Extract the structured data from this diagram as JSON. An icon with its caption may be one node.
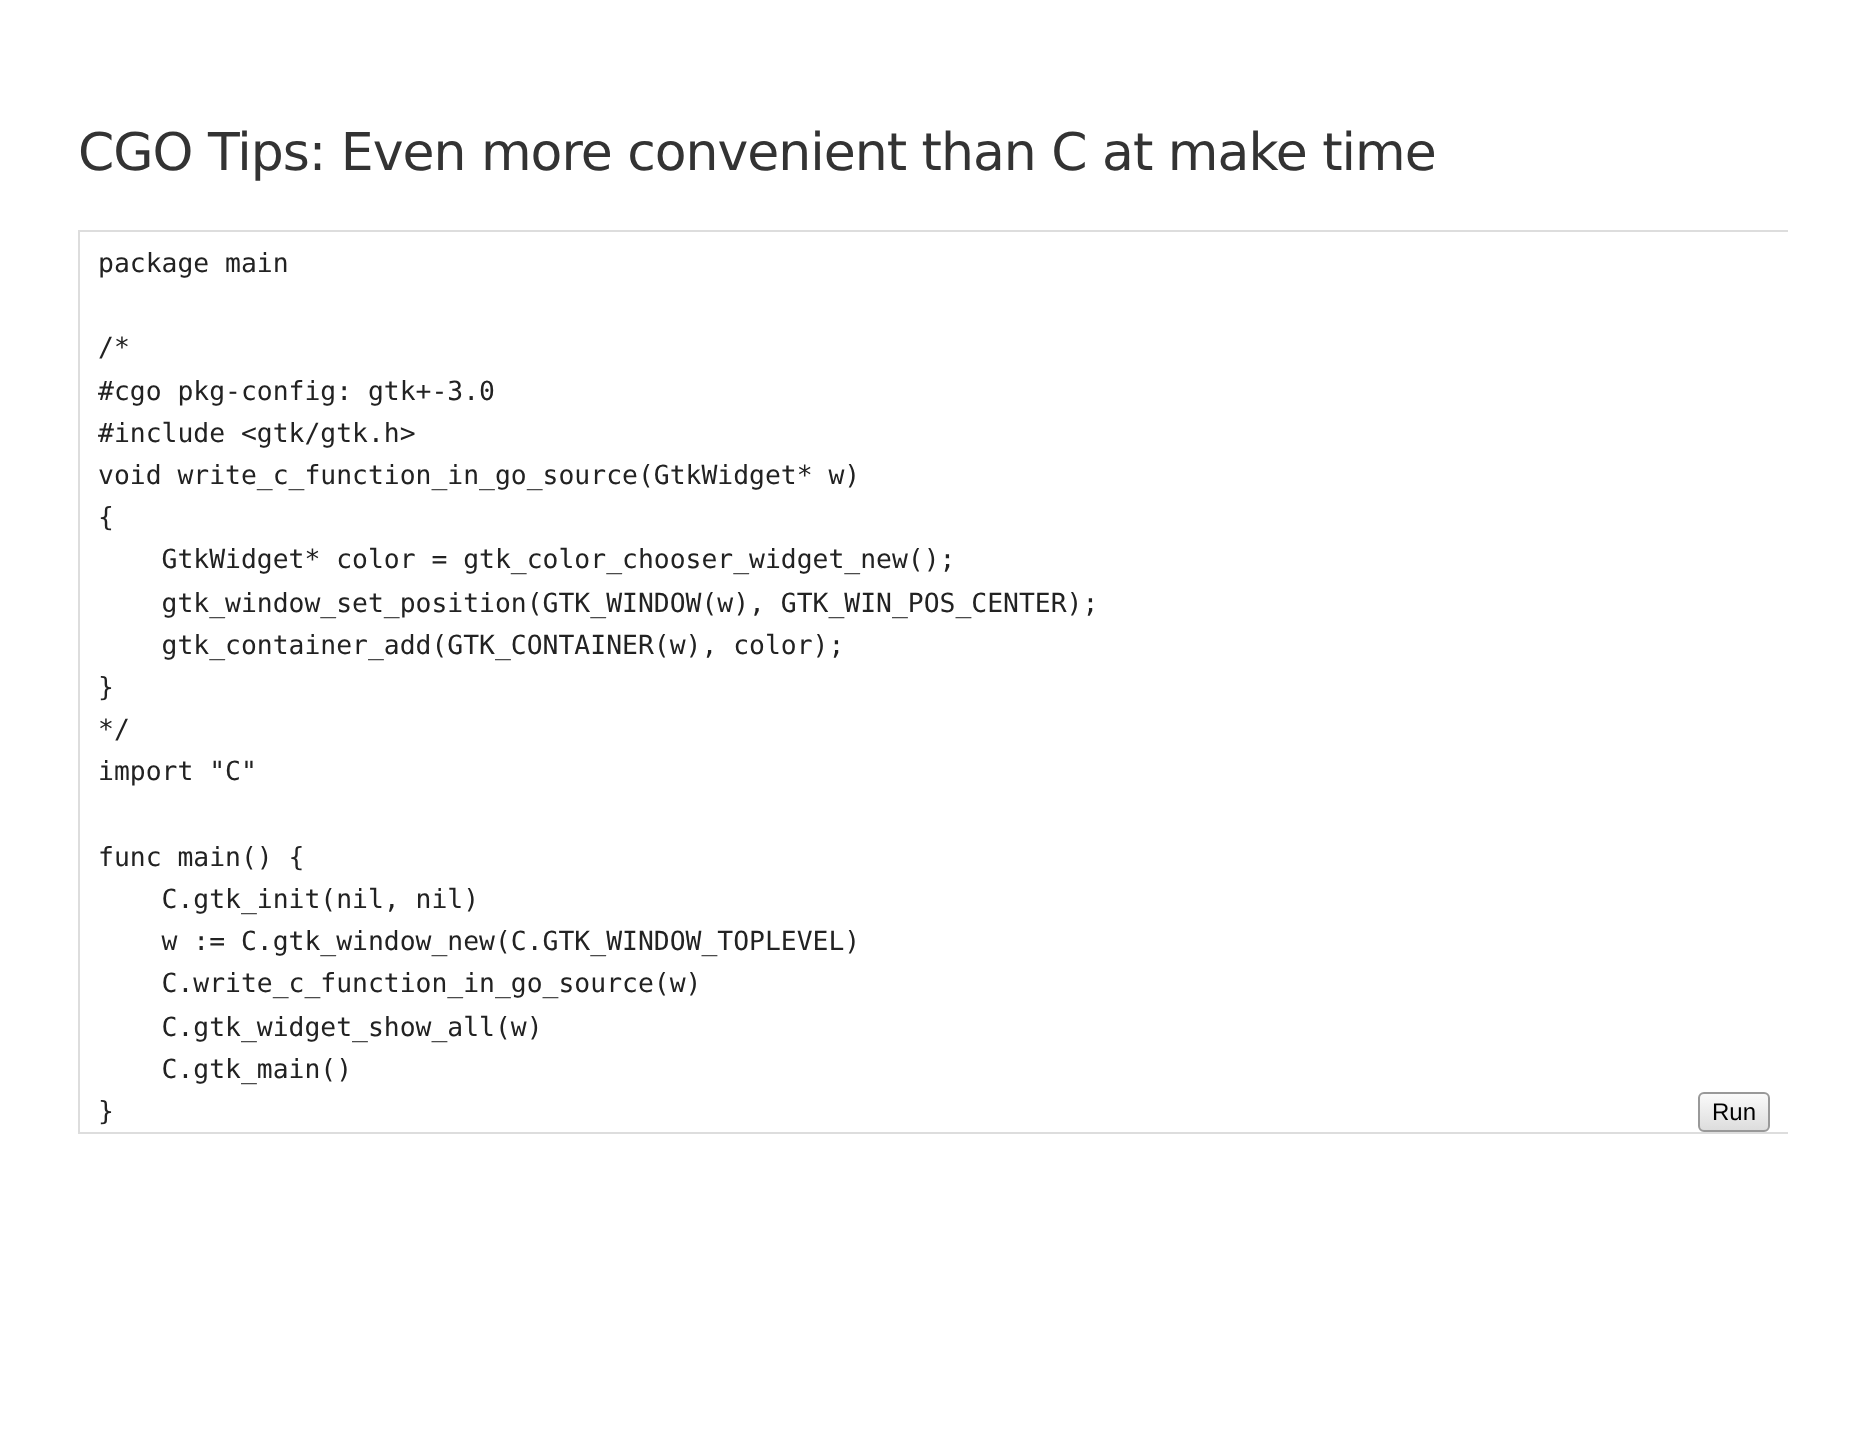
{
  "diagram": {
    "title": "CGO Tips: Even more convenient than C at make time",
    "labels": [
      "package main\n\n/*\n#cgo pkg-config: gtk+-3.0\n#include <gtk/gtk.h>\nvoid write_c_function_in_go_source(GtkWidget* w)\n{\n    GtkWidget* color = gtk_color_chooser_widget_new();\n    gtk_window_set_position(GTK_WINDOW(w), GTK_WIN_POS_CENTER);\n    gtk_container_add(GTK_CONTAINER(w), color);\n}\n*/\nimport \"C\"\n\nfunc main() {\n    C.gtk_init(nil, nil)\n    w := C.gtk_window_new(C.GTK_WINDOW_TOPLEVEL)\n    C.write_c_function_in_go_source(w)\n    C.gtk_widget_show_all(w)\n    C.gtk_main()\n}",
      "Run"
    ]
  }
}
